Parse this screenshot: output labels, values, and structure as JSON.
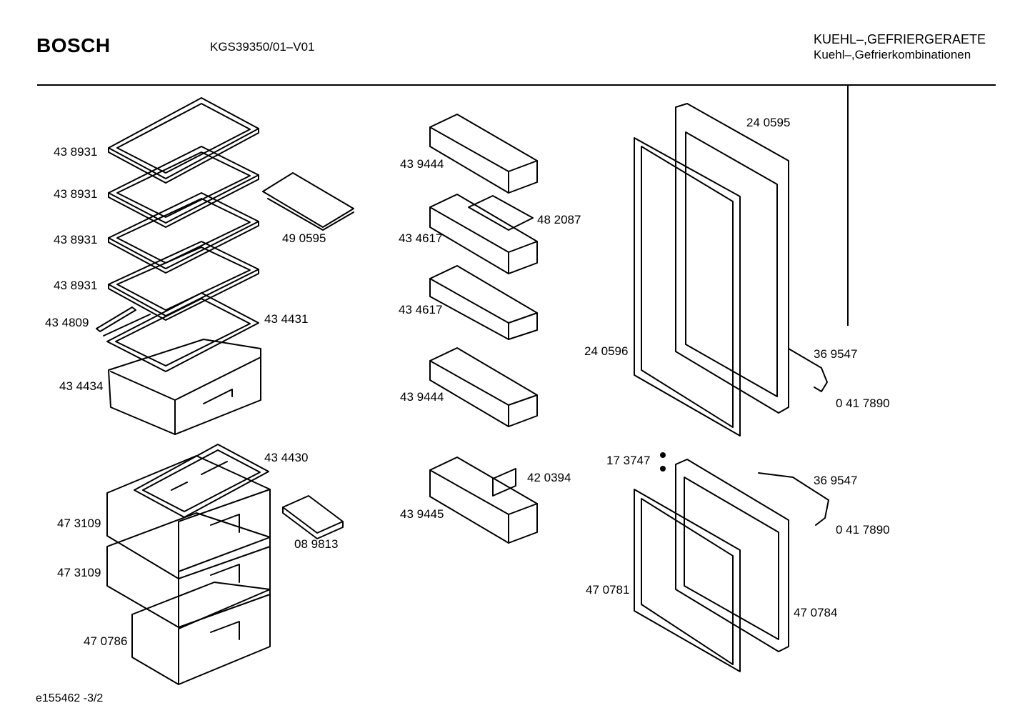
{
  "header": {
    "brand": "BOSCH",
    "model": "KGS39350/01–V01",
    "category_line1": "KUEHL–,GEFRIERGERAETE",
    "category_line2": "Kuehl–,Gefrierkombinationen"
  },
  "footer": {
    "drawing_id": "e155462   -3/2"
  },
  "part_numbers": {
    "shelf_1": "43 8931",
    "shelf_2": "43 8931",
    "shelf_3": "43 8931",
    "shelf_4": "43 8931",
    "rail": "43 4809",
    "glass_cover": "43 4431",
    "crisper": "43 4434",
    "small_tray": "49 0595",
    "tray_lid": "43 4430",
    "drawer_1": "47 3109",
    "drawer_2": "47 3109",
    "drawer_3": "47 0786",
    "ice_tray": "08 9813",
    "door_shelf_1": "43 9444",
    "egg_tray": "48 2087",
    "door_shelf_2": "43 4617",
    "door_shelf_3": "43 4617",
    "door_shelf_4": "43 9444",
    "divider": "42 0394",
    "door_shelf_5": "43 9445",
    "upper_door": "24 0595",
    "upper_gasket": "24 0596",
    "upper_handle": "36 9547",
    "upper_handle_screw": "0 41 7890",
    "hinge_screw": "17 3747",
    "lower_handle": "36 9547",
    "lower_handle_screw": "0 41 7890",
    "lower_gasket": "47 0781",
    "lower_door": "47 0784"
  }
}
